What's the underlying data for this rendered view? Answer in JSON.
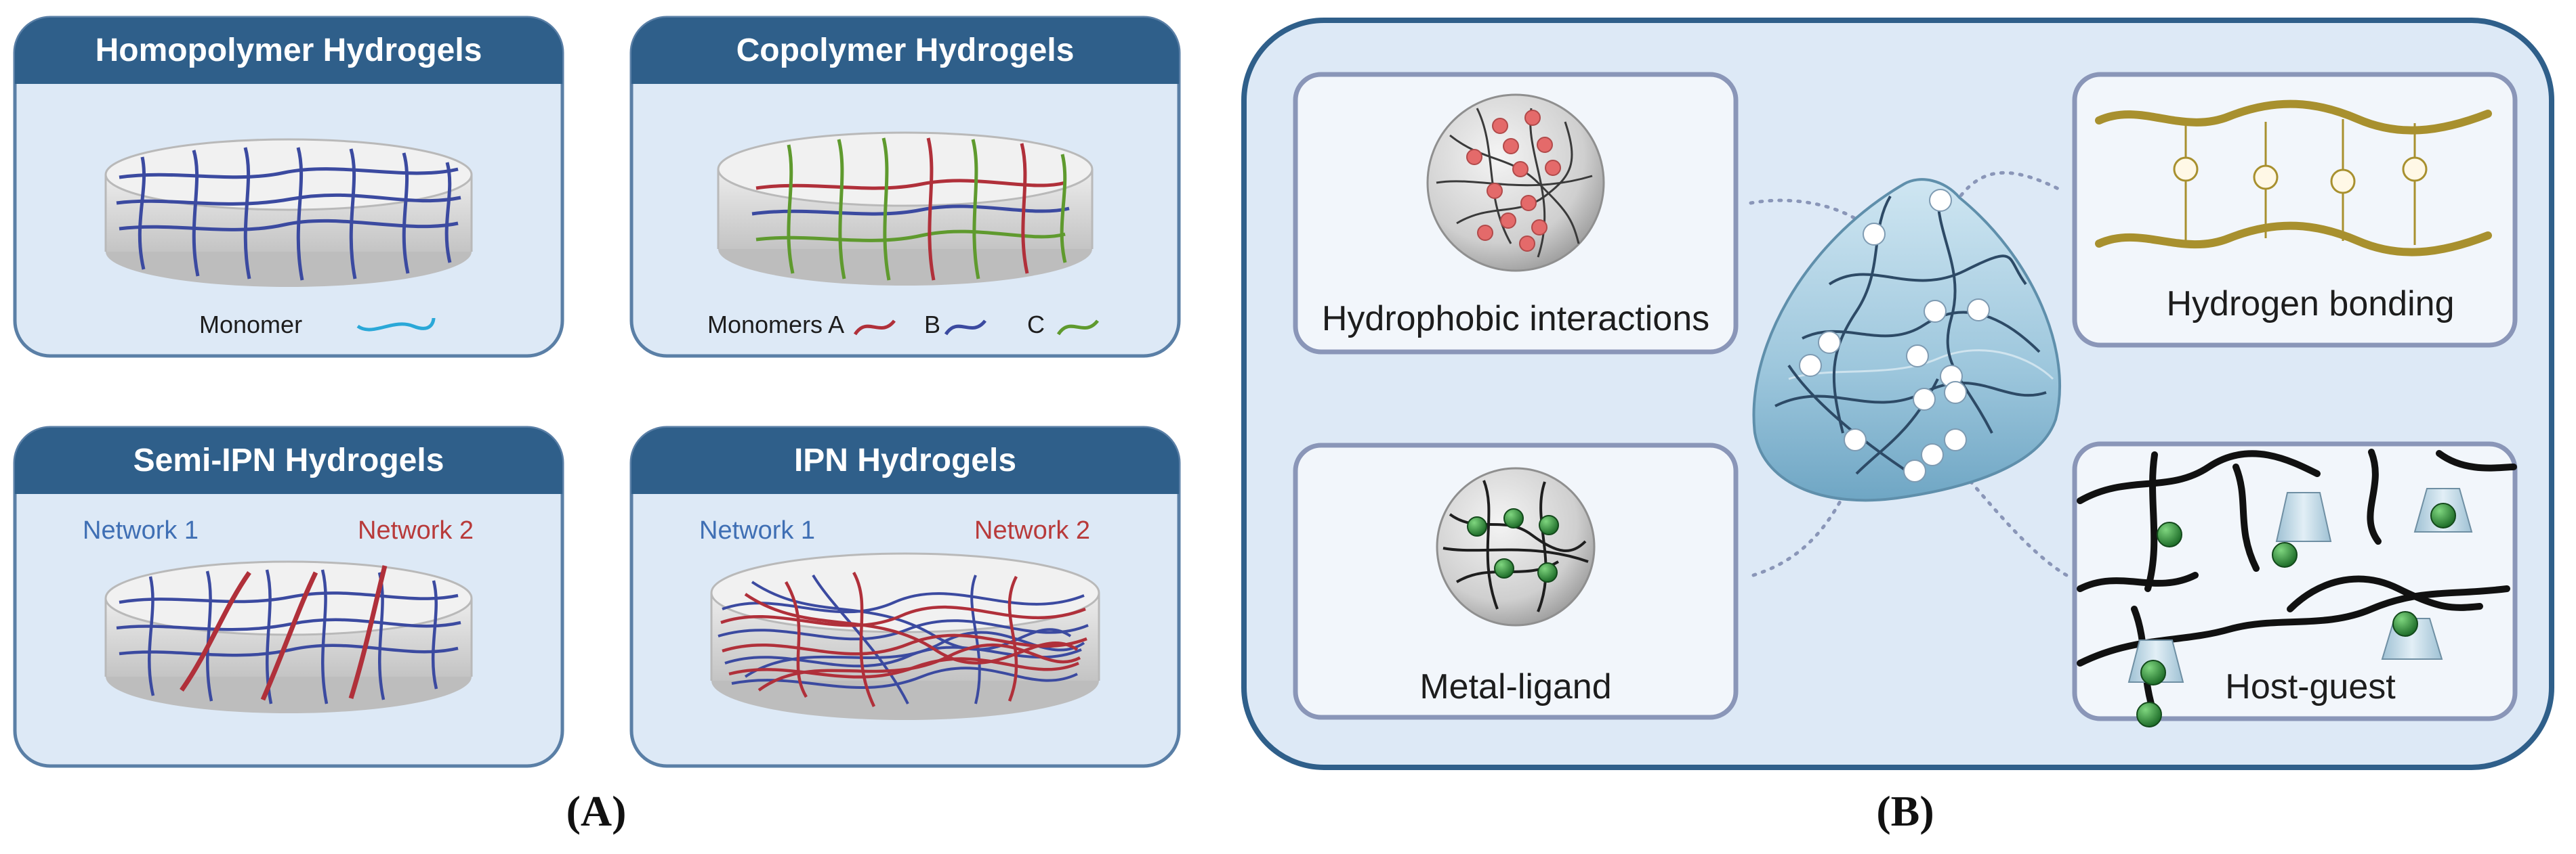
{
  "panel_a": {
    "caption": "(A)",
    "homopolymer": {
      "title": "Homopolymer Hydrogels",
      "monomer_label": "Monomer"
    },
    "copolymer": {
      "title": "Copolymer Hydrogels",
      "monomers_label": "Monomers A",
      "b_label": "B",
      "c_label": "C"
    },
    "semi_ipn": {
      "title": "Semi-IPN Hydrogels",
      "network1": "Network 1",
      "network2": "Network 2"
    },
    "ipn": {
      "title": "IPN Hydrogels",
      "network1": "Network 1",
      "network2": "Network 2"
    }
  },
  "panel_b": {
    "caption": "(B)",
    "hydrophobic": "Hydrophobic interactions",
    "hydrogen": "Hydrogen bonding",
    "metal": "Metal-ligand",
    "host_guest": "Host-guest"
  },
  "colors": {
    "header": "#2f5f8a",
    "panel_bg": "#dde9f6",
    "blue_chain": "#3b4aa0",
    "red_chain": "#b0303a",
    "green_chain": "#5f9a2e",
    "cyan_chain": "#2aa8d8",
    "bead_red": "#e46a6a",
    "bead_green": "#2e8b3a",
    "gold": "#a8902e"
  },
  "icons": [
    "hydrogel-disc",
    "cross-link-bead",
    "cyclodextrin-cone",
    "water-droplet"
  ]
}
